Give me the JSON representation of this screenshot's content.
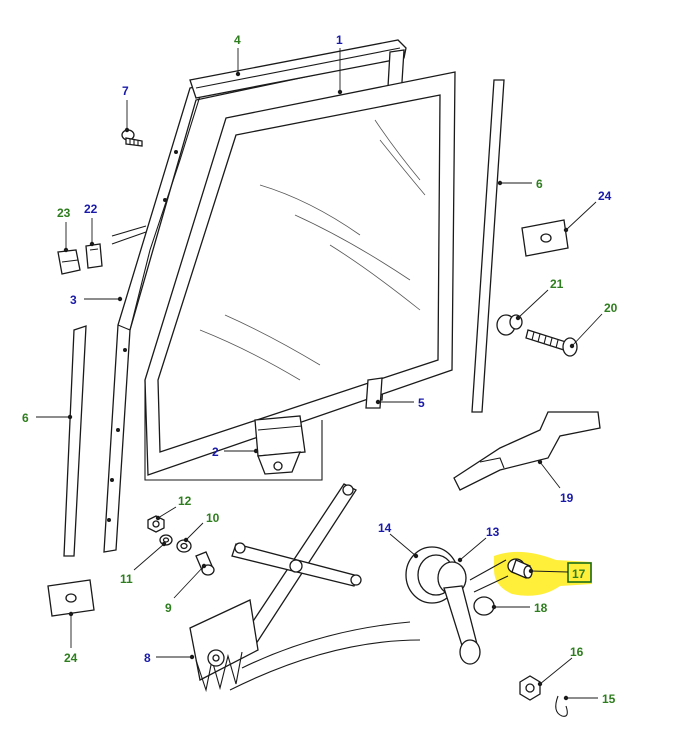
{
  "colors": {
    "blue_label": "#1a1aa8",
    "green_label": "#2e7d1e",
    "highlight": "#ffef3a",
    "line": "#1a1a1a"
  },
  "callouts": {
    "c1": "1",
    "c2": "2",
    "c3": "3",
    "c4": "4",
    "c5": "5",
    "c6a": "6",
    "c6b": "6",
    "c7": "7",
    "c8": "8",
    "c9": "9",
    "c10": "10",
    "c11": "11",
    "c12": "12",
    "c13": "13",
    "c14": "14",
    "c15": "15",
    "c16": "16",
    "c17": "17",
    "c18": "18",
    "c19": "19",
    "c20": "20",
    "c21": "21",
    "c22": "22",
    "c23": "23",
    "c24a": "24",
    "c24b": "24"
  }
}
